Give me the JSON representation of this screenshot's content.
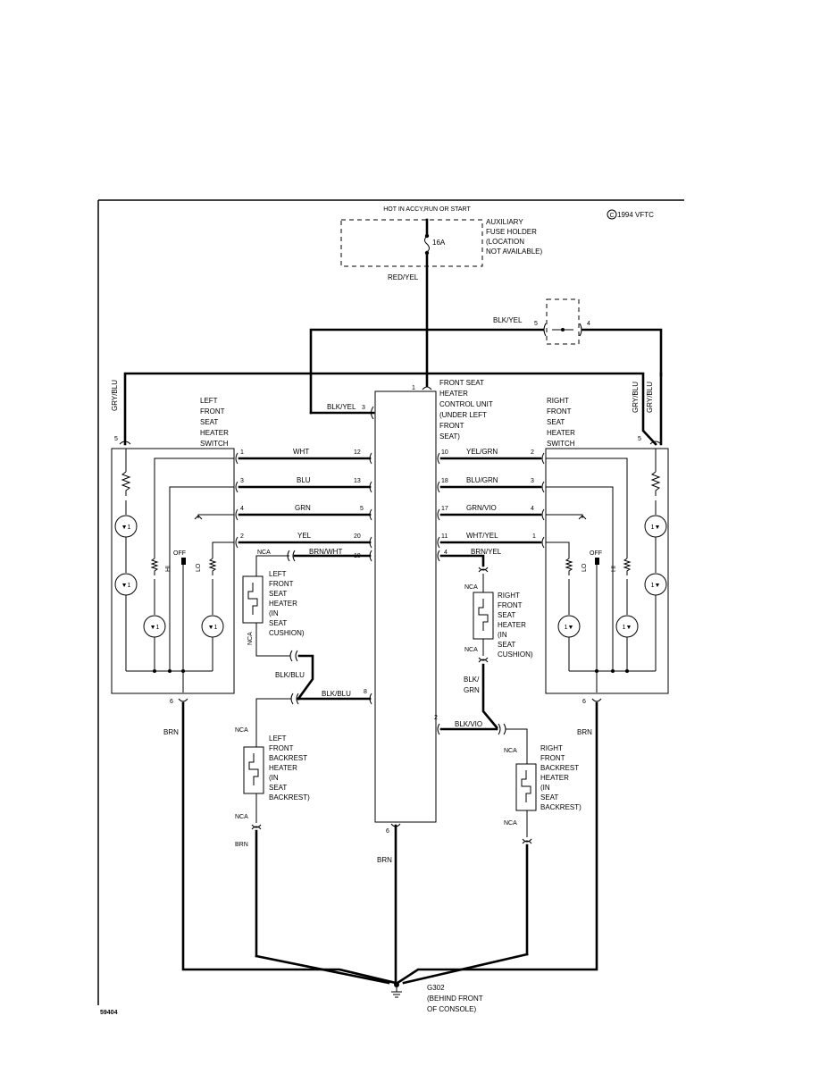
{
  "diagram": {
    "power_note": "HOT IN ACCY,RUN OR START",
    "copyright": "1994 VFTC",
    "figure_number": "59404",
    "fuse": {
      "amperage": "16A",
      "lines": [
        "AUXILIARY",
        "FUSE HOLDER",
        "(LOCATION",
        "NOT AVAILABLE)"
      ]
    },
    "control_unit": {
      "lines": [
        "FRONT SEAT",
        "HEATER",
        "CONTROL UNIT",
        "(UNDER LEFT",
        "FRONT",
        "SEAT)"
      ],
      "top_pin": "1",
      "bottom_pin": "6"
    },
    "connector_top": {
      "left_pin": "5",
      "right_pin": "4"
    },
    "left_switch": {
      "lines": [
        "LEFT",
        "FRONT",
        "SEAT",
        "HEATER",
        "SWITCH"
      ],
      "top_pin": "5",
      "bottom_pin": "6",
      "positions": [
        "HI",
        "OFF",
        "LO"
      ]
    },
    "right_switch": {
      "lines": [
        "RIGHT",
        "FRONT",
        "SEAT",
        "HEATER",
        "SWITCH"
      ],
      "top_pin": "5",
      "bottom_pin": "6",
      "positions": [
        "LO",
        "OFF",
        "HI"
      ]
    },
    "left_switch_wires": [
      {
        "switch_pin": "1",
        "color": "WHT",
        "unit_pin": "12"
      },
      {
        "switch_pin": "3",
        "color": "BLU",
        "unit_pin": "13"
      },
      {
        "switch_pin": "4",
        "color": "GRN",
        "unit_pin": "5"
      },
      {
        "switch_pin": "2",
        "color": "YEL",
        "unit_pin": "20"
      }
    ],
    "right_switch_wires": [
      {
        "unit_pin": "10",
        "color": "YEL/GRN",
        "switch_pin": "2"
      },
      {
        "unit_pin": "18",
        "color": "BLU/GRN",
        "switch_pin": "3"
      },
      {
        "unit_pin": "17",
        "color": "GRN/VIO",
        "switch_pin": "4"
      },
      {
        "unit_pin": "11",
        "color": "WHT/YEL",
        "switch_pin": "1"
      }
    ],
    "wire_labels": {
      "red_yel": "RED/YEL",
      "blk_yel": "BLK/YEL",
      "gry_blu": "GRY/BLU",
      "brn_wht": "BRN/WHT",
      "brn_yel": "BRN/YEL",
      "blk_blu": "BLK/BLU",
      "blk_grn_1": "BLK/",
      "blk_grn_2": "GRN",
      "blk_vio": "BLK/VIO",
      "brn": "BRN",
      "nca": "NCA"
    },
    "unit_pins": {
      "blk_yel": "3",
      "brn_wht": "19",
      "brn_yel": "4",
      "blk_blu": "8",
      "blk_vio": "2"
    },
    "heaters": {
      "left_cushion": [
        "LEFT",
        "FRONT",
        "SEAT",
        "HEATER",
        "(IN",
        "SEAT",
        "CUSHION)"
      ],
      "right_cushion": [
        "RIGHT",
        "FRONT",
        "SEAT",
        "HEATER",
        "(IN",
        "SEAT",
        "CUSHION)"
      ],
      "left_backrest": [
        "LEFT",
        "FRONT",
        "BACKREST",
        "HEATER",
        "(IN",
        "SEAT",
        "BACKREST)"
      ],
      "right_backrest": [
        "RIGHT",
        "FRONT",
        "BACKREST",
        "HEATER",
        "(IN",
        "SEAT",
        "BACKREST)"
      ]
    },
    "ground": {
      "lines": [
        "G302",
        "(BEHIND FRONT",
        "OF CONSOLE)"
      ]
    }
  }
}
